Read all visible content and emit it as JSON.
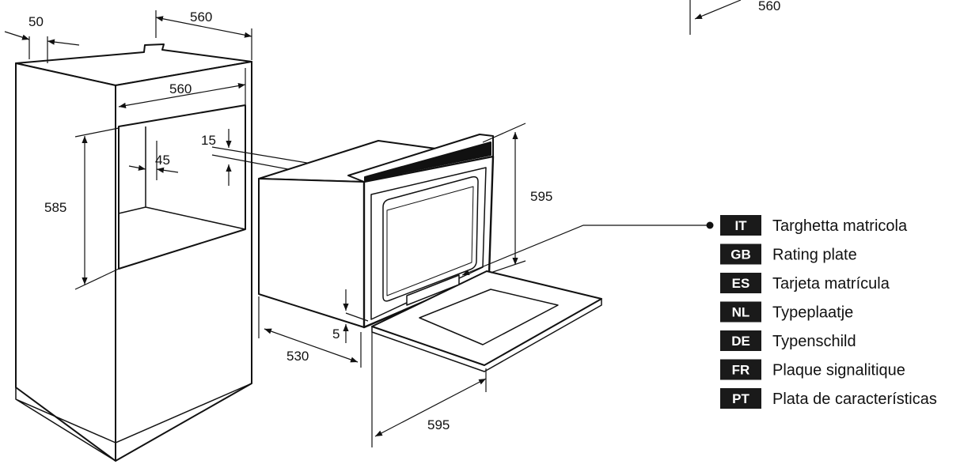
{
  "colors": {
    "ink": "#111111",
    "badge": "#1a1a1a",
    "badge_text": "#ffffff",
    "background": "#ffffff"
  },
  "dimensions": {
    "cabinet_side_gap": "50",
    "cabinet_top_depth": "560",
    "cabinet_opening_width": "560",
    "cabinet_opening_height": "585",
    "cabinet_inner_offset": "45",
    "cabinet_top_offset": "15",
    "corner_top_depth": "560",
    "oven_front_height": "595",
    "oven_bottom_gap": "5",
    "oven_depth": "530",
    "oven_front_width": "595"
  },
  "legend": [
    {
      "code": "IT",
      "label": "Targhetta matricola"
    },
    {
      "code": "GB",
      "label": "Rating plate"
    },
    {
      "code": "ES",
      "label": "Tarjeta matrícula"
    },
    {
      "code": "NL",
      "label": "Typeplaatje"
    },
    {
      "code": "DE",
      "label": "Typenschild"
    },
    {
      "code": "FR",
      "label": "Plaque signalitique"
    },
    {
      "code": "PT",
      "label": "Plata de características"
    }
  ]
}
